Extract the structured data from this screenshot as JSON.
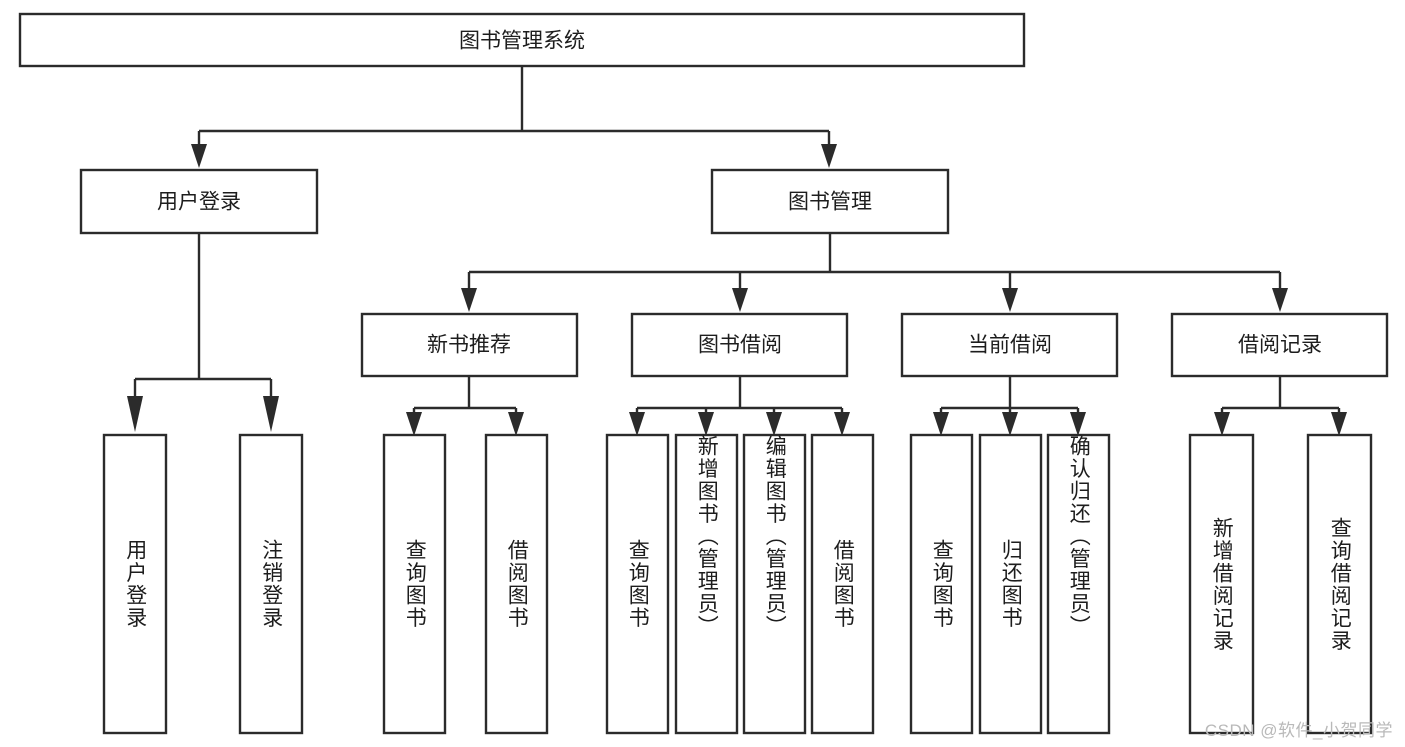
{
  "diagram": {
    "type": "tree",
    "orientation": "top-down",
    "title": "图书管理系统",
    "colors": {
      "box_fill": "#ffffff",
      "box_stroke": "#2b2b2b",
      "text": "#1d1d1d",
      "background": "#ffffff",
      "watermark": "#b9b9b9"
    },
    "root": {
      "id": "root",
      "label": "图书管理系统"
    },
    "level2": [
      {
        "id": "user-login",
        "label": "用户登录"
      },
      {
        "id": "book-manage",
        "label": "图书管理"
      }
    ],
    "level3": [
      {
        "id": "new-book-recommend",
        "label": "新书推荐",
        "parent": "book-manage"
      },
      {
        "id": "book-borrow",
        "label": "图书借阅",
        "parent": "book-manage"
      },
      {
        "id": "current-borrow",
        "label": "当前借阅",
        "parent": "book-manage"
      },
      {
        "id": "borrow-record",
        "label": "借阅记录",
        "parent": "book-manage"
      }
    ],
    "leaves": {
      "user-login": [
        {
          "id": "leaf-user-login",
          "label": "用户登录"
        },
        {
          "id": "leaf-logout",
          "label": "注销登录"
        }
      ],
      "new-book-recommend": [
        {
          "id": "leaf-query-book-1",
          "label": "查询图书"
        },
        {
          "id": "leaf-borrow-book-1",
          "label": "借阅图书"
        }
      ],
      "book-borrow": [
        {
          "id": "leaf-query-book-2",
          "label": "查询图书"
        },
        {
          "id": "leaf-add-book",
          "label": "新增图书（管理员）"
        },
        {
          "id": "leaf-edit-book",
          "label": "编辑图书（管理员）"
        },
        {
          "id": "leaf-borrow-book-2",
          "label": "借阅图书"
        }
      ],
      "current-borrow": [
        {
          "id": "leaf-query-book-3",
          "label": "查询图书"
        },
        {
          "id": "leaf-return-book",
          "label": "归还图书"
        },
        {
          "id": "leaf-confirm-return",
          "label": "确认归还（管理员）"
        }
      ],
      "borrow-record": [
        {
          "id": "leaf-add-record",
          "label": "新增借阅记录"
        },
        {
          "id": "leaf-query-record",
          "label": "查询借阅记录"
        }
      ]
    }
  },
  "watermark": {
    "text": "CSDN @软件_小贺同学"
  }
}
